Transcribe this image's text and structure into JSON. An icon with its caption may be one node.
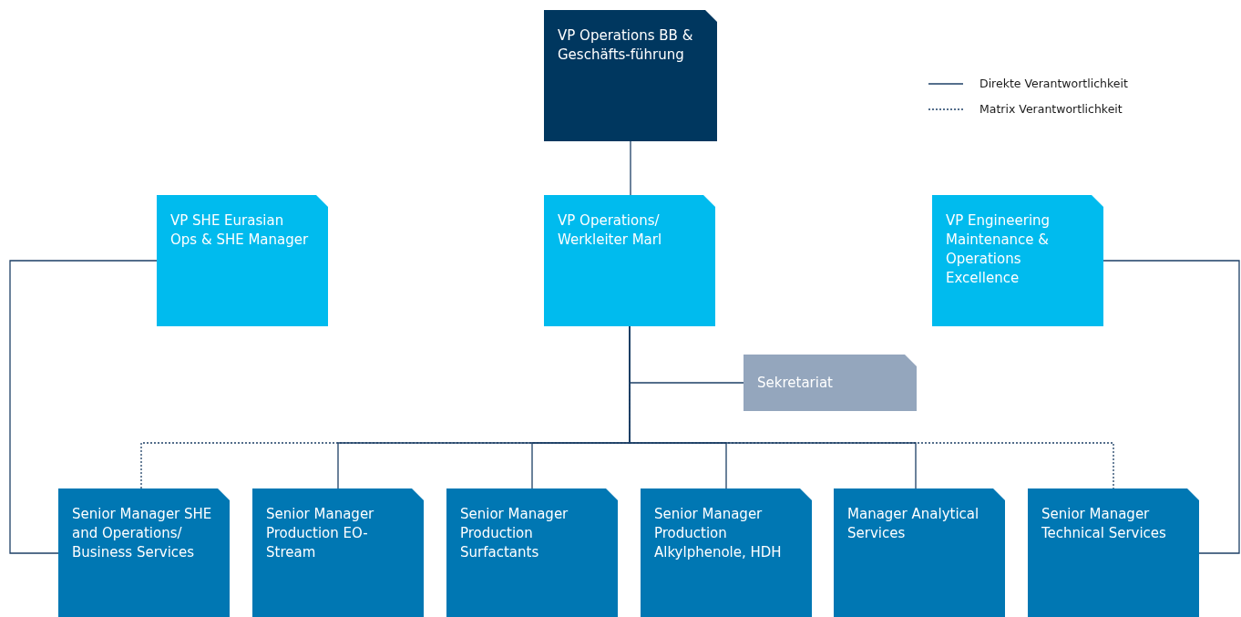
{
  "diagram": {
    "nodes": [
      {
        "text": [
          "VP Operations BB & Geschäfts-führung"
        ]
      },
      {
        "text": [
          "VP SHE Eurasian Ops & SHE Manager"
        ]
      },
      {
        "text": [
          "VP Operations/ Werkleiter Marl"
        ]
      },
      {
        "text": [
          "VP Engineering Maintenance & Operations Excellence"
        ]
      },
      {
        "text": [
          "Sekretariat"
        ]
      },
      {
        "text": [
          "Senior Manager SHE and Operations/ Business Services"
        ]
      },
      {
        "text": [
          "Senior Manager Production EO-Stream"
        ]
      },
      {
        "text": [
          "Senior Manager Production Surfactants"
        ]
      },
      {
        "text": [
          "Senior Manager Production Alkylphenole, HDH"
        ]
      },
      {
        "text": [
          "Manager Analytical Services"
        ]
      },
      {
        "text": [
          "Senior Manager Technical Services"
        ]
      }
    ],
    "edges": [
      {
        "from": 0,
        "to": 2,
        "arrow": "none"
      },
      {
        "from": 2,
        "to": 4,
        "arrow": "none"
      },
      {
        "from": 2,
        "to": 5,
        "arrow": "none",
        "style": "dashed"
      },
      {
        "from": 2,
        "to": 6,
        "arrow": "none"
      },
      {
        "from": 2,
        "to": 7,
        "arrow": "none"
      },
      {
        "from": 2,
        "to": 8,
        "arrow": "none"
      },
      {
        "from": 2,
        "to": 9,
        "arrow": "none"
      },
      {
        "from": 2,
        "to": 10,
        "arrow": "none",
        "style": "dashed"
      },
      {
        "from": 1,
        "to": 5,
        "arrow": "none"
      },
      {
        "from": 3,
        "to": 10,
        "arrow": "none"
      }
    ],
    "legend": [
      {
        "text": "Direkte Verantwortlichkeit"
      },
      {
        "text": "Matrix Verantwortlichkeit"
      }
    ]
  }
}
